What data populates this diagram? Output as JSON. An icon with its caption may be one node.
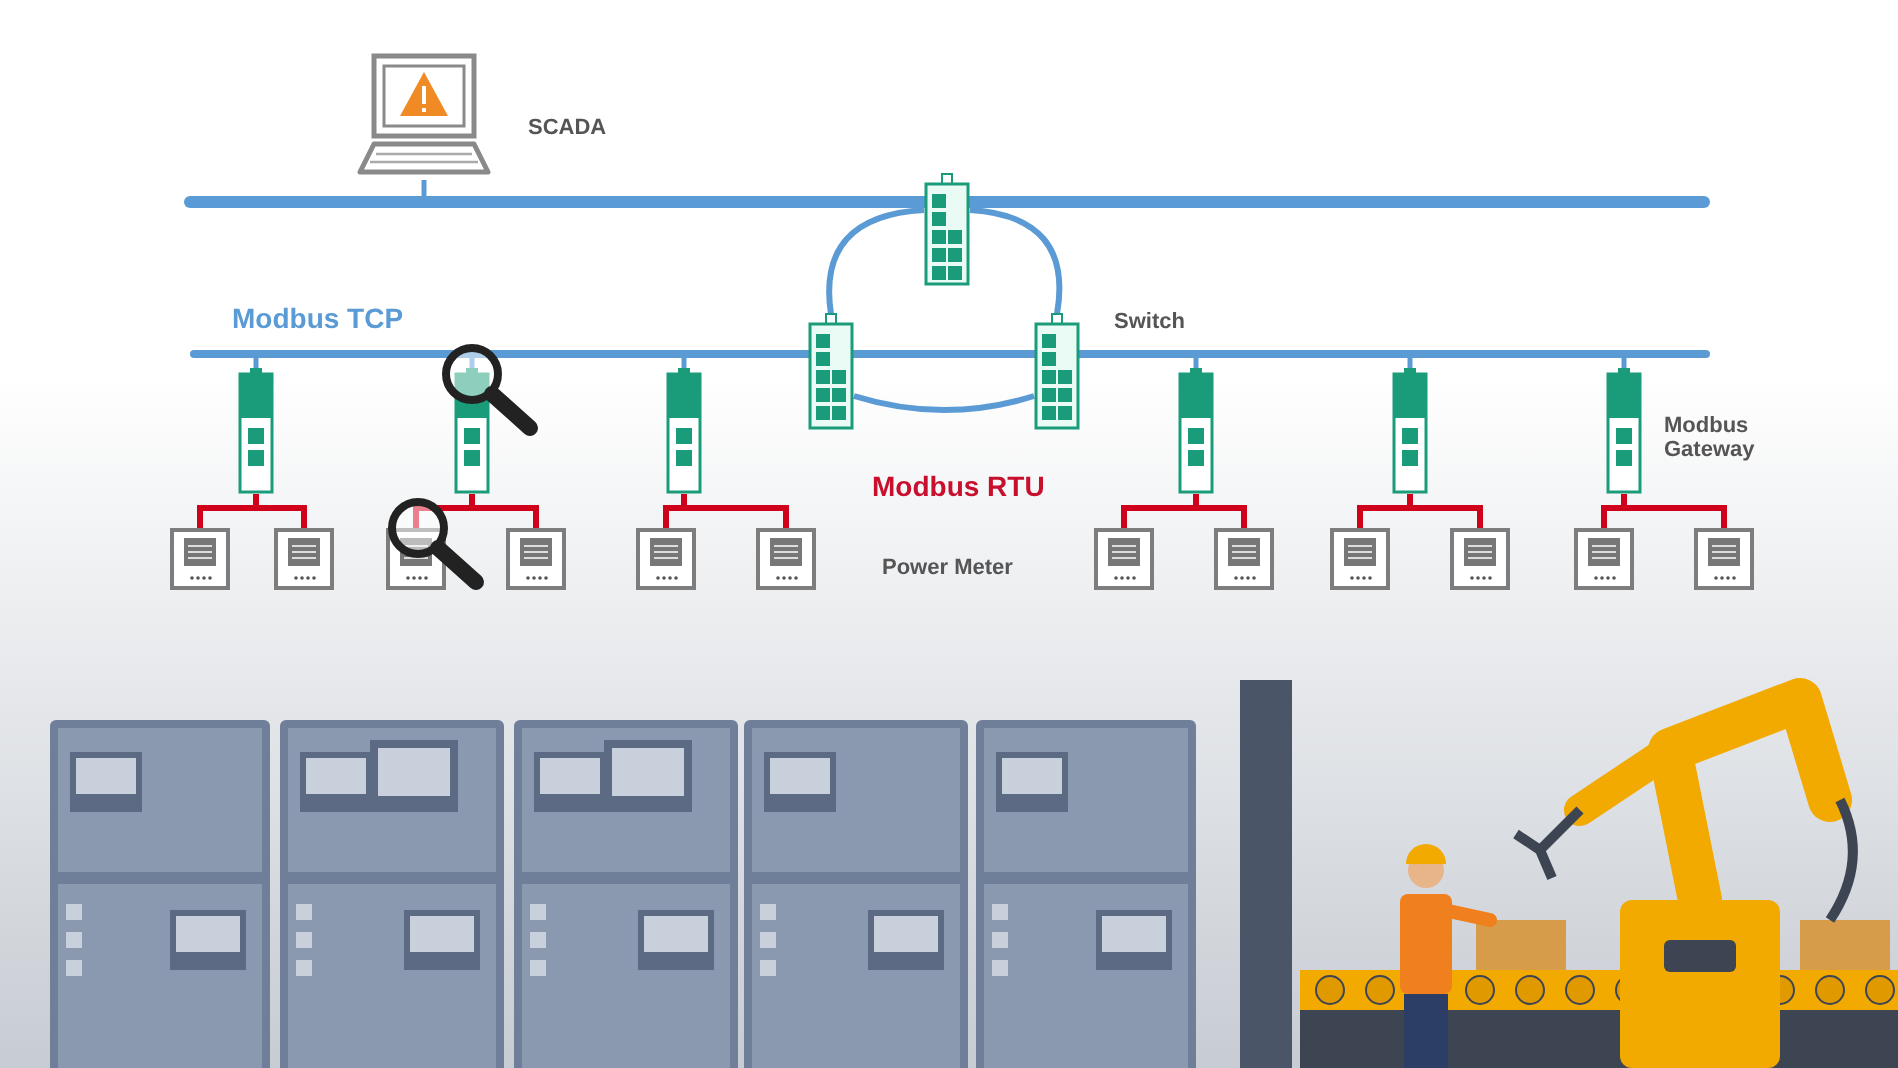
{
  "diagram": {
    "nodes": [
      {
        "text": [],
        "shape": "picture",
        "beside": [
          "SCADA"
        ]
      },
      {
        "text": [],
        "shape": "bar"
      },
      {
        "text": [],
        "shape": "bar"
      },
      {
        "text": [],
        "shape": "box"
      },
      {
        "text": [],
        "shape": "box"
      },
      {
        "text": [],
        "shape": "box"
      },
      {
        "text": [],
        "shape": "box"
      },
      {
        "text": [],
        "shape": "box"
      },
      {
        "text": [],
        "shape": "box"
      },
      {
        "text": [],
        "shape": "box"
      },
      {
        "text": [],
        "shape": "box"
      },
      {
        "text": [],
        "shape": "box"
      },
      {
        "text": [],
        "shape": "box"
      },
      {
        "text": [],
        "shape": "box"
      },
      {
        "text": [],
        "shape": "box"
      },
      {
        "text": [],
        "shape": "box"
      },
      {
        "text": [],
        "shape": "box"
      },
      {
        "text": [],
        "shape": "box"
      },
      {
        "text": [],
        "shape": "box"
      },
      {
        "text": [],
        "shape": "box"
      },
      {
        "text": [],
        "shape": "box"
      },
      {
        "text": [],
        "shape": "box"
      },
      {
        "text": [],
        "shape": "box"
      },
      {
        "text": [],
        "shape": "box"
      }
    ],
    "edges": [
      {
        "from": 0,
        "to": 1,
        "arrow": "none",
        "color": "#5b9bd5"
      },
      {
        "from": 3,
        "to": 4,
        "arrow": "none",
        "color": "#5b9bd5"
      },
      {
        "from": 4,
        "to": 5,
        "arrow": "none",
        "color": "#5b9bd5"
      },
      {
        "from": 5,
        "to": 3,
        "arrow": "none",
        "color": "#5b9bd5"
      },
      {
        "from": 2,
        "to": 6,
        "arrow": "none",
        "color": "#5b9bd5"
      },
      {
        "from": 2,
        "to": 7,
        "arrow": "none",
        "color": "#5b9bd5"
      },
      {
        "from": 2,
        "to": 8,
        "arrow": "none",
        "color": "#5b9bd5"
      },
      {
        "from": 2,
        "to": 9,
        "arrow": "none",
        "color": "#5b9bd5"
      },
      {
        "from": 2,
        "to": 10,
        "arrow": "none",
        "color": "#5b9bd5"
      },
      {
        "from": 2,
        "to": 11,
        "arrow": "none",
        "color": "#5b9bd5"
      },
      {
        "from": 6,
        "to": 12,
        "arrow": "none"
      },
      {
        "from": 6,
        "to": 13,
        "arrow": "none"
      },
      {
        "from": 7,
        "to": 14,
        "arrow": "none"
      },
      {
        "from": 7,
        "to": 15,
        "arrow": "none"
      },
      {
        "from": 8,
        "to": 16,
        "arrow": "none"
      },
      {
        "from": 8,
        "to": 17,
        "arrow": "none"
      },
      {
        "from": 9,
        "to": 18,
        "arrow": "none"
      },
      {
        "from": 9,
        "to": 19,
        "arrow": "none"
      },
      {
        "from": 10,
        "to": 20,
        "arrow": "none"
      },
      {
        "from": 10,
        "to": 21,
        "arrow": "none"
      },
      {
        "from": 11,
        "to": 22,
        "arrow": "none"
      },
      {
        "from": 11,
        "to": 23,
        "arrow": "none"
      }
    ],
    "labels": [
      "Modbus TCP",
      "Switch",
      "Modbus RTU",
      "Power Meter",
      "Modbus Gateway"
    ]
  }
}
